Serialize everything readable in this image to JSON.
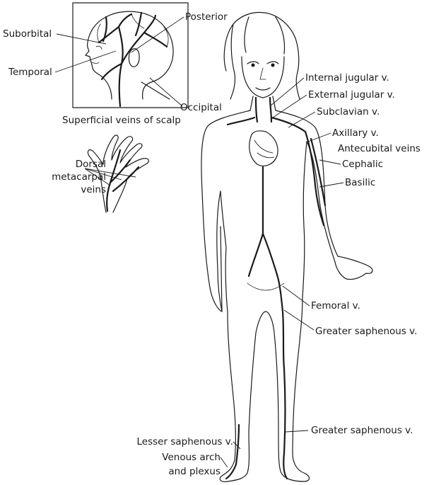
{
  "labels": {
    "suborbital": "Suborbital",
    "temporal": "Temporal",
    "posterior": "Posterior",
    "occipital": "Occipital",
    "scalp_caption": "Superficial veins of scalp",
    "dorsal_1": "Dorsal",
    "dorsal_2": "metacarpal",
    "dorsal_3": "veins",
    "internal_jugular": "Internal jugular v.",
    "external_jugular": "External jugular v.",
    "subclavian": "Subclavian v.",
    "axillary": "Axillary v.",
    "antecubital": "Antecubital veins",
    "cephalic": "Cephalic",
    "basilic": "Basilic",
    "femoral": "Femoral v.",
    "greater_saphenous_upper": "Greater saphenous v.",
    "greater_saphenous_lower": "Greater saphenous v.",
    "lesser_saphenous": "Lesser saphenous v.",
    "venous_arch_1": "Venous arch",
    "venous_arch_2": "and plexus"
  }
}
